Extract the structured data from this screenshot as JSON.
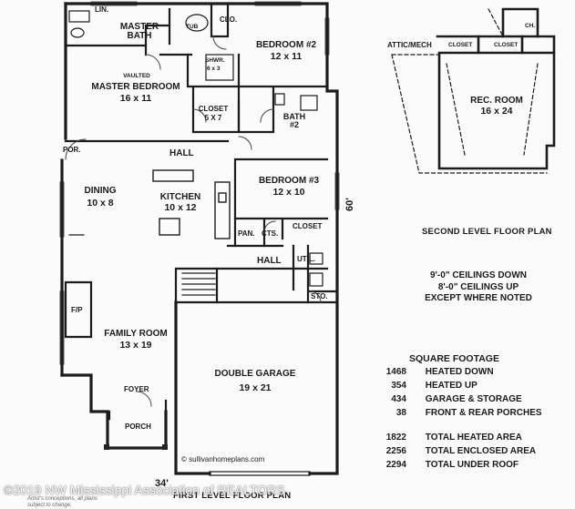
{
  "first_level": {
    "rooms": {
      "lin": "LIN.",
      "master_bath": [
        "MASTER",
        "BATH"
      ],
      "tub": "TUB",
      "clo": "CLO.",
      "bedroom2": {
        "name": "BEDROOM #2",
        "size": "12 x 11"
      },
      "shwr": "SHWR.",
      "shwr_size": "6 x 3",
      "master_bedroom": {
        "note": "VAULTED",
        "name": "MASTER BEDROOM",
        "size": "16 x 11"
      },
      "closet": {
        "name": "CLOSET",
        "size": "5 X 7"
      },
      "bath2": [
        "BATH",
        "#2"
      ],
      "por": "POR.",
      "hall_upper": "HALL",
      "bedroom3": {
        "name": "BEDROOM #3",
        "size": "12 x 10"
      },
      "dining": {
        "name": "DINING",
        "size": "10 x 8"
      },
      "kitchen": {
        "name": "KITCHEN",
        "size": "10 x 12"
      },
      "pan": "PAN.",
      "cts": "CTS.",
      "closet2": "CLOSET",
      "hall_lower": "HALL",
      "util": "UTIL.",
      "sto": "STO.",
      "fp": "F/P",
      "family_room": {
        "name": "FAMILY ROOM",
        "size": "13 x 19"
      },
      "double_garage": {
        "name": "DOUBLE GARAGE",
        "size": "19 x 21"
      },
      "foyer": "FOYER",
      "porch": "PORCH"
    },
    "depth_label": "60'",
    "width_label": "34'",
    "website": "© sullivanhomeplans.com",
    "caption": "FIRST LEVEL FLOOR PLAN"
  },
  "second_level": {
    "attic": "ATTIC/MECH",
    "closet_a": "CLOSET",
    "closet_b": "CLOSET",
    "ch": "CH.",
    "rec_room": {
      "name": "REC. ROOM",
      "size": "16 x 24"
    },
    "caption": "SECOND LEVEL FLOOR PLAN"
  },
  "ceilings": [
    "9'-0\" CEILINGS DOWN",
    "8'-0\" CEILINGS UP",
    "EXCEPT WHERE NOTED"
  ],
  "square_footage": {
    "title": "SQUARE FOOTAGE",
    "rows": [
      {
        "value": "1468",
        "label": "HEATED DOWN"
      },
      {
        "value": "354",
        "label": "HEATED UP"
      },
      {
        "value": "434",
        "label": "GARAGE & STORAGE"
      },
      {
        "value": "38",
        "label": "FRONT & REAR PORCHES"
      }
    ],
    "totals": [
      {
        "value": "1822",
        "label": "TOTAL HEATED AREA"
      },
      {
        "value": "2256",
        "label": "TOTAL ENCLOSED AREA"
      },
      {
        "value": "2294",
        "label": "TOTAL UNDER ROOF"
      }
    ]
  },
  "watermark": "©2019 NW Mississippi Association of REALTORS",
  "fine_print": [
    "Artist's conceptions, all plans",
    "subject to change."
  ]
}
